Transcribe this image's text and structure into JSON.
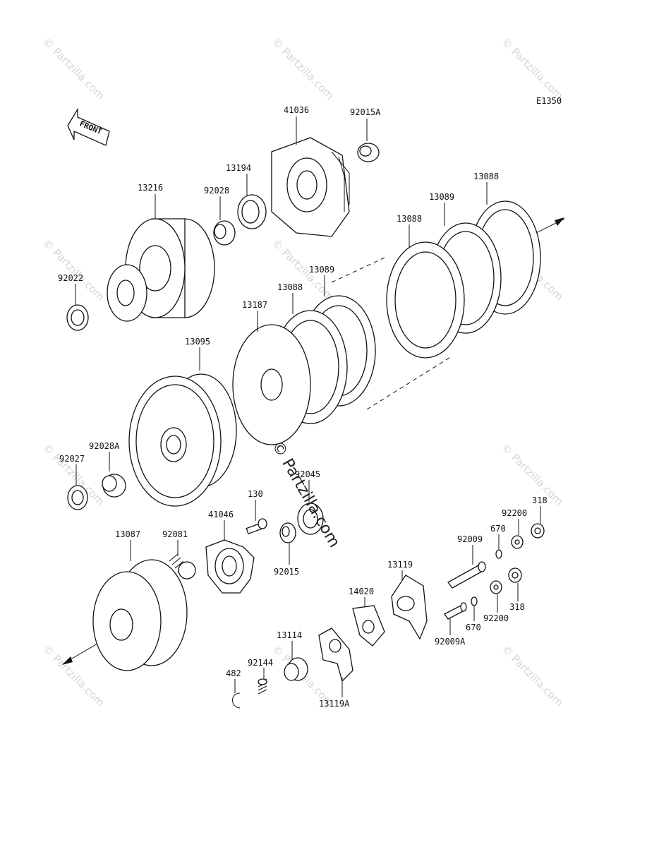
{
  "diagram_code": "E1350",
  "front_label": "FRONT",
  "watermark": "© Partzilla.com",
  "center_watermark": "© Partzilla.com",
  "part_labels": {
    "p41036": "41036",
    "p92015A": "92015A",
    "p13194": "13194",
    "p92028": "92028",
    "p13216": "13216",
    "p13088_top": "13088",
    "p13089_top": "13089",
    "p13088_mid": "13088",
    "p92022": "92022",
    "p13089_mid": "13089",
    "p13088_low": "13088",
    "p13187": "13187",
    "p13095": "13095",
    "p92028A": "92028A",
    "p92027": "92027",
    "p92045": "92045",
    "p130": "130",
    "p41046": "41046",
    "p13087": "13087",
    "p92081": "92081",
    "p92015": "92015",
    "p318_top": "318",
    "p92200_top": "92200",
    "p670_top": "670",
    "p92009": "92009",
    "p13119": "13119",
    "p14020": "14020",
    "p318_bot": "318",
    "p92200_bot": "92200",
    "p670_bot": "670",
    "p92009A": "92009A",
    "p13114": "13114",
    "p92144": "92144",
    "p482": "482",
    "p13119A": "13119A"
  }
}
